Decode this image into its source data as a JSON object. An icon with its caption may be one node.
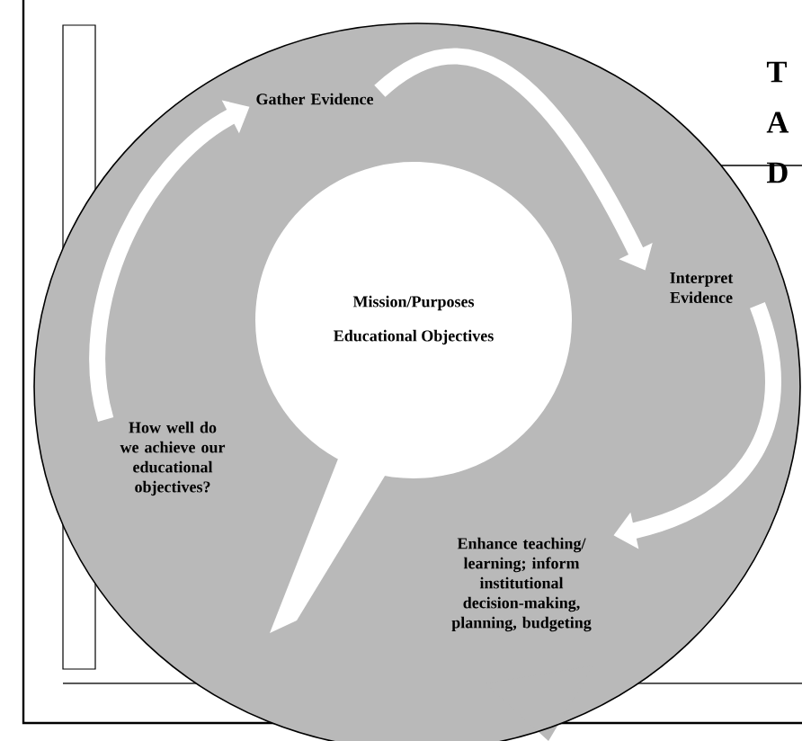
{
  "diagram": {
    "nodes": [
      {
        "text": [
          "Gather Evidence"
        ]
      },
      {
        "text": [
          "Interpret Evidence"
        ]
      },
      {
        "text": [
          "Enhance teaching/ learning; inform institutional decision-making, planning, budgeting"
        ]
      },
      {
        "text": [
          "How well do we achieve our educational objectives?"
        ]
      },
      {
        "text": [
          "Mission/Purposes",
          "Educational Objectives"
        ]
      }
    ],
    "edges": [
      {
        "from": 3,
        "to": 0,
        "arrow": "to"
      },
      {
        "from": 0,
        "to": 1,
        "arrow": "to"
      },
      {
        "from": 1,
        "to": 2,
        "arrow": "to"
      }
    ],
    "labels": [
      "T",
      "A",
      "D"
    ]
  }
}
